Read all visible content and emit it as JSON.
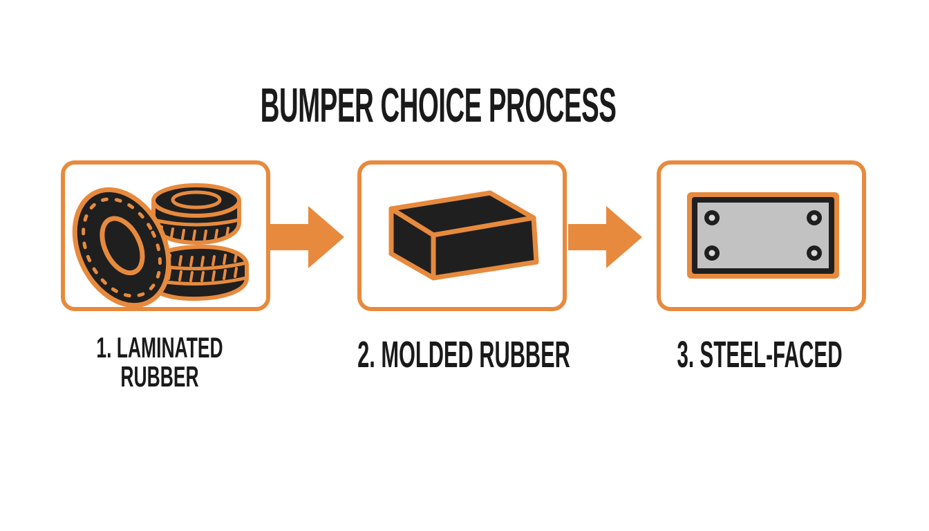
{
  "title": "BUMPER CHOICE PROCESS",
  "colors": {
    "accent": "#E78A3D",
    "ink": "#1F1F1F",
    "steel": "#C2C2C2",
    "bolt": "#D9D9D9",
    "background": "#FFFFFF",
    "text": "#1A1A1A"
  },
  "steps": [
    {
      "icon": "tire-stack-icon",
      "label_line1": "1. LAMINATED",
      "label_line2": "RUBBER"
    },
    {
      "icon": "rubber-block-icon",
      "label_line1": "2. MOLDED RUBBER",
      "label_line2": ""
    },
    {
      "icon": "steel-plate-icon",
      "label_line1": "3. STEEL-FACED",
      "label_line2": ""
    }
  ]
}
